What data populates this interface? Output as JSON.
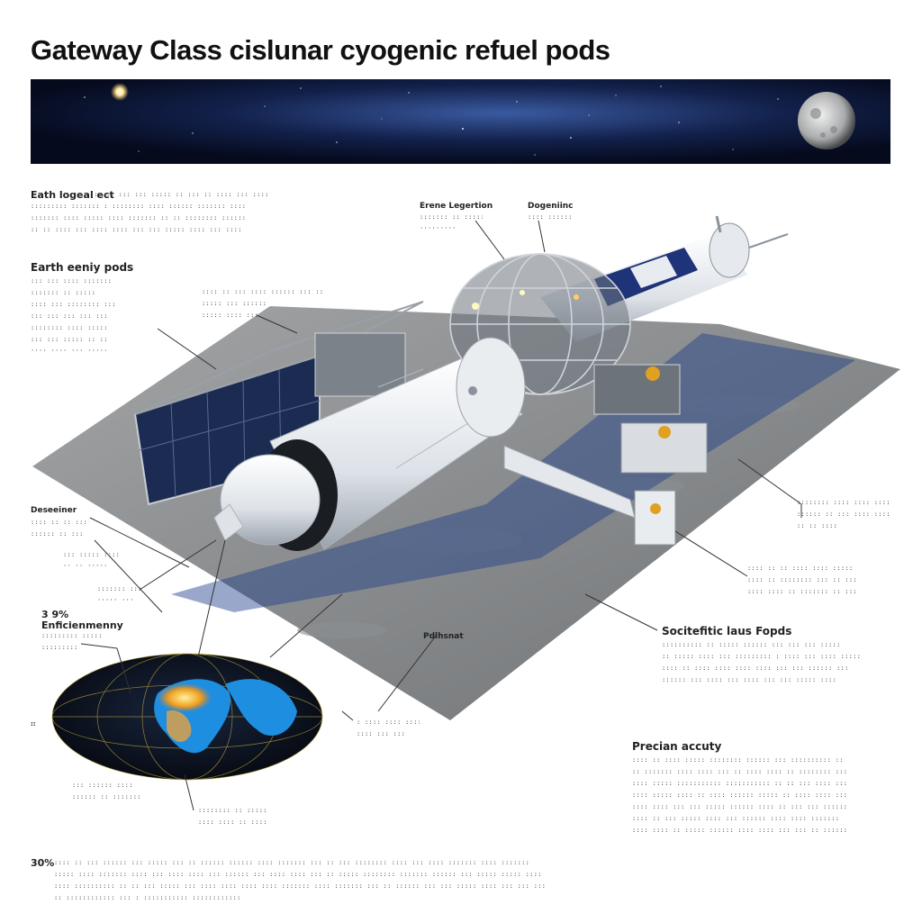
{
  "title": "Gateway Class cislunar cyogenic refuel pods",
  "labels": {
    "intro_heading": "Eath logeal ect",
    "earth_pods": "Earth eeniy pods",
    "top_center_a": "Erene Legertion",
    "top_center_b": "Dogeniinc",
    "left_mid": "Deseeiner",
    "efficiency_pct": "3 9%",
    "efficiency": "Enficienmenny",
    "pod_label": "Pdlhsnat",
    "scientific": "Socitefitic laus Fopds",
    "precision": "Precian accuty",
    "footer_pct": "30%"
  },
  "colors": {
    "space": "#0b1530",
    "pod_white": "#eef1f4",
    "regolith": "#8a8d90",
    "solar": "#1b2b52",
    "ocean": "#1e8fe0",
    "hot": "#f2a020"
  },
  "icons": {
    "moon": "moon-icon",
    "sun": "star-icon",
    "globe": "globe-map-icon"
  }
}
